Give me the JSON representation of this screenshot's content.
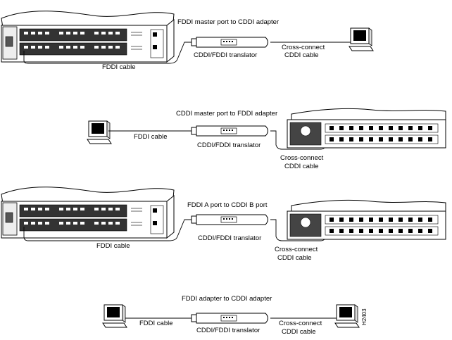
{
  "panels": [
    {
      "title": "FDDI master port to CDDI adapter",
      "left_cable": "FDDI cable",
      "translator": "CDDI/FDDI translator",
      "right_cable_l1": "Cross-connect",
      "right_cable_l2": "CDDI cable"
    },
    {
      "title": "CDDI master port to FDDI adapter",
      "left_cable": "FDDI cable",
      "translator": "CDDI/FDDI translator",
      "right_cable_l1": "Cross-connect",
      "right_cable_l2": "CDDI cable"
    },
    {
      "title": "FDDI A port to CDDI B port",
      "left_cable": "FDDI cable",
      "translator": "CDDI/FDDI translator",
      "right_cable_l1": "Cross-connect",
      "right_cable_l2": "CDDI cable"
    },
    {
      "title": "FDDI adapter to CDDI adapter",
      "left_cable": "FDDI cable",
      "translator": "CDDI/FDDI translator",
      "right_cable_l1": "Cross-connect",
      "right_cable_l2": "CDDI cable"
    }
  ],
  "figure_id": "H2403"
}
